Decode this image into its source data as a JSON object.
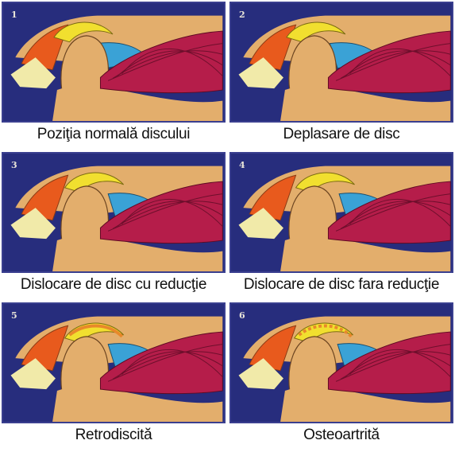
{
  "panels": [
    {
      "number": "1",
      "caption": "Poziţia normală discului",
      "stage": "normal"
    },
    {
      "number": "2",
      "caption": "Deplasare de disc",
      "stage": "displacement"
    },
    {
      "number": "3",
      "caption": "Dislocare de disc cu reducţie",
      "stage": "dislocation-reduction"
    },
    {
      "number": "4",
      "caption": "Dislocare de disc fara reducţie",
      "stage": "dislocation-no-reduction"
    },
    {
      "number": "5",
      "caption": "Retrodiscită",
      "stage": "retrodiscitis"
    },
    {
      "number": "6",
      "caption": "Osteoartrită",
      "stage": "osteoarthritis"
    }
  ],
  "colors": {
    "background": "#272d7d",
    "bone": "#e3ae6c",
    "disc": "#f1df2f",
    "eminence": "#e85a1d",
    "retrodisc_tissue": "#3aa2d6",
    "muscle": "#b51d4a",
    "cartilage": "#f1eaa9"
  }
}
